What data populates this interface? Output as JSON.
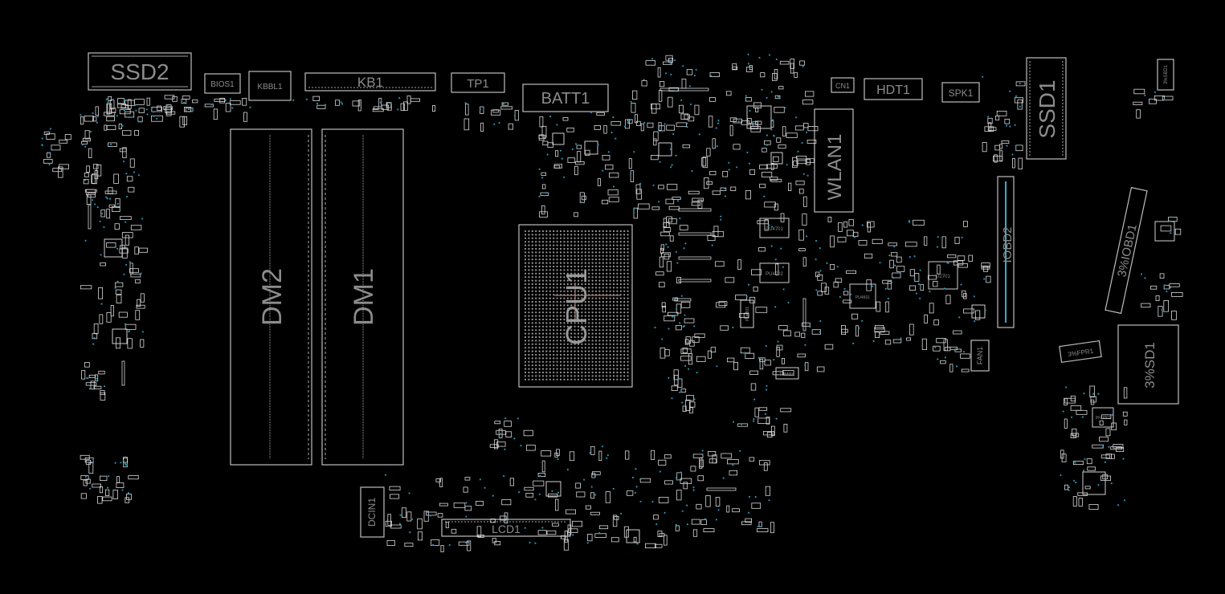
{
  "board": {
    "background": "#000000",
    "outline_color": "#cfcfcf",
    "via_color": "#2a8fb0",
    "marker_color": "#c98a8a"
  },
  "labels": {
    "ssd2": "SSD2",
    "bios1": "BIOS1",
    "kbbl1": "KBBL1",
    "kb1": "KB1",
    "tp1": "TP1",
    "batt1": "BATT1",
    "cn1": "CN1",
    "hdt1": "HDT1",
    "spk1": "SPK1",
    "ssd1": "SSD1",
    "ssbd1": "3%SBD1",
    "wlan1": "WLAN1",
    "iobd2": "IOBD2",
    "iobd1": "3%IOBD1",
    "dm2": "DM2",
    "dm1": "DM1",
    "cpu1": "CPU1",
    "pu4701": "PU4701",
    "pu4702": "PU4702",
    "pu4801": "PU4801",
    "u2701": "U2701",
    "pu4601": "PU4601",
    "fan1": "FAN1",
    "fpr1": "3%FPR1",
    "sd1": "3%SD1",
    "th4801": "THM801",
    "bd1": "3%U801",
    "dcin1": "DCIN1",
    "lcd1": "LCD1"
  }
}
